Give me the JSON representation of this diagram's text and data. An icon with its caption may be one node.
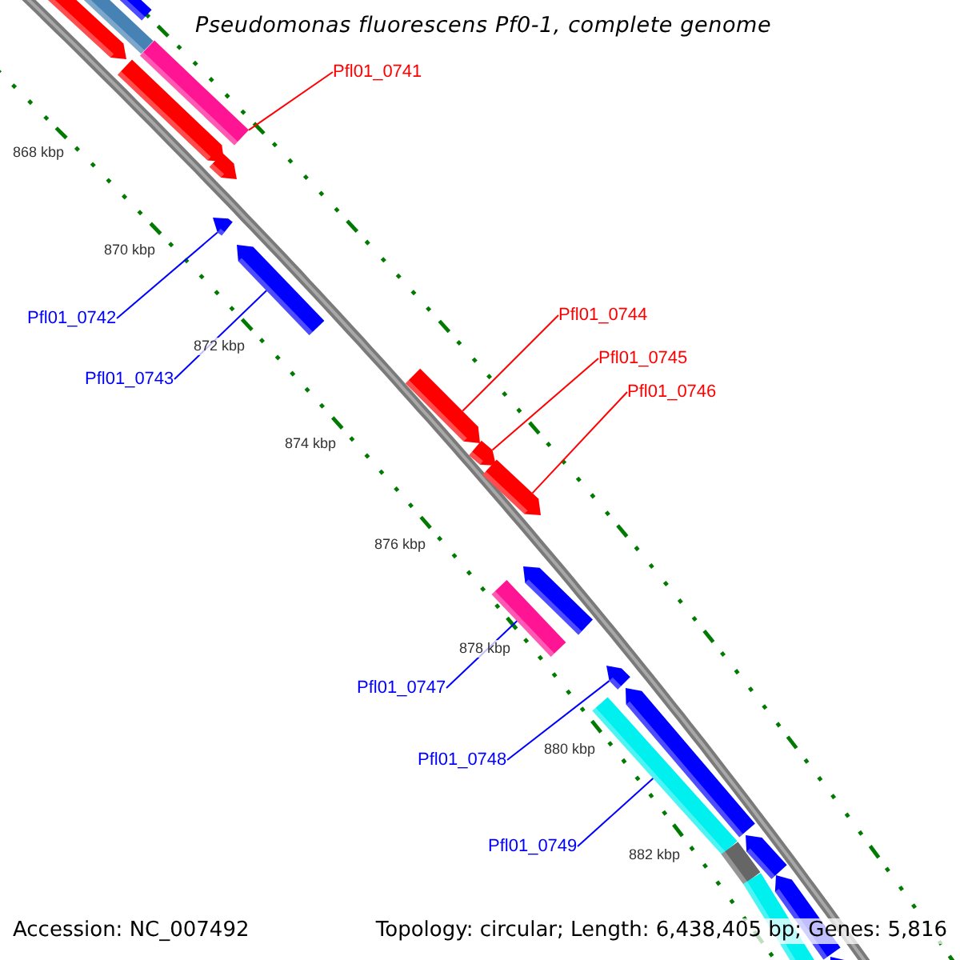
{
  "diagram": {
    "title": "Pseudomonas fluorescens Pf0-1, complete genome",
    "nodes": [
      {
        "text": [
          "Pfl01_0741"
        ]
      },
      {
        "text": [],
        "shape": "bar"
      },
      {
        "text": [
          "Pfl01_0742"
        ]
      },
      {
        "text": [],
        "shape": "arrow"
      },
      {
        "text": [
          "Pfl01_0743"
        ]
      },
      {
        "text": [],
        "shape": "arrow"
      },
      {
        "text": [
          "Pfl01_0744"
        ]
      },
      {
        "text": [],
        "shape": "arrow"
      },
      {
        "text": [
          "Pfl01_0745"
        ]
      },
      {
        "text": [],
        "shape": "arrow"
      },
      {
        "text": [
          "Pfl01_0746"
        ]
      },
      {
        "text": [],
        "shape": "arrow"
      },
      {
        "text": [
          "Pfl01_0747"
        ]
      },
      {
        "text": [],
        "shape": "bar"
      },
      {
        "text": [
          "Pfl01_0748"
        ]
      },
      {
        "text": [],
        "shape": "arrow"
      },
      {
        "text": [
          "Pfl01_0749"
        ]
      },
      {
        "text": [],
        "shape": "bar"
      },
      {
        "text": [],
        "shape": "bar"
      },
      {
        "text": [],
        "shape": "bar"
      },
      {
        "text": [],
        "shape": "arrow"
      },
      {
        "text": [],
        "shape": "arrow"
      },
      {
        "text": [],
        "shape": "arrow"
      },
      {
        "text": [],
        "shape": "arrow"
      },
      {
        "text": [],
        "shape": "arrow"
      },
      {
        "text": [],
        "shape": "arrow"
      },
      {
        "text": [],
        "shape": "arrow"
      },
      {
        "text": [],
        "shape": "arrow"
      },
      {
        "text": [],
        "shape": "bar"
      },
      {
        "text": [],
        "shape": "bar"
      }
    ],
    "edges": [
      {
        "from": 0,
        "to": 1,
        "arrow": "none",
        "color": "#ff0000"
      },
      {
        "from": 2,
        "to": 3,
        "arrow": "none"
      },
      {
        "from": 4,
        "to": 5,
        "arrow": "none"
      },
      {
        "from": 6,
        "to": 7,
        "arrow": "none",
        "color": "#ff0000"
      },
      {
        "from": 8,
        "to": 9,
        "arrow": "none",
        "color": "#ff0000"
      },
      {
        "from": 10,
        "to": 11,
        "arrow": "none",
        "color": "#ff0000"
      },
      {
        "from": 12,
        "to": 13,
        "arrow": "none"
      },
      {
        "from": 14,
        "to": 15,
        "arrow": "none"
      },
      {
        "from": 16,
        "to": 17,
        "arrow": "none"
      }
    ],
    "labels": [
      "868 kbp",
      "870 kbp",
      "872 kbp",
      "874 kbp",
      "876 kbp",
      "878 kbp",
      "880 kbp",
      "882 kbp",
      "Accession: NC_007492",
      "Topology: circular; Length: 6,438,405 bp; Genes: 5,816"
    ]
  }
}
